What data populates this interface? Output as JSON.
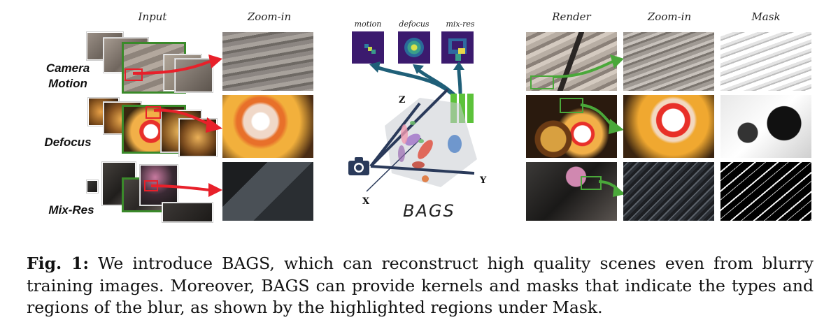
{
  "figure": {
    "left_headers": {
      "input": "Input",
      "zoom_in": "Zoom-in"
    },
    "right_headers": {
      "render": "Render",
      "zoom_in": "Zoom-in",
      "mask": "Mask"
    },
    "rows": [
      {
        "label_line1": "Camera",
        "label_line2": "Motion"
      },
      {
        "label_line1": "Defocus",
        "label_line2": ""
      },
      {
        "label_line1": "Mix-Res",
        "label_line2": ""
      }
    ],
    "kernels": {
      "motion": "motion",
      "defocus": "defocus",
      "mix_res": "mix-res"
    },
    "axes": {
      "z": "Z",
      "y": "Y",
      "x": "X"
    },
    "method_name": "BAGS"
  },
  "caption": {
    "label": "Fig. 1:",
    "text": "We introduce BAGS, which can reconstruct high quality scenes even from blurry training images. Moreover, BAGS can provide kernels and masks that indicate the types and regions of the blur, as shown by the highlighted regions under Mask."
  },
  "colors": {
    "red_arrow": "#e8202a",
    "green_box": "#3a8a2a",
    "green_arrow": "#4aa83a",
    "teal_arrow": "#1f5f78",
    "kernel_bg": "#3b1a6e",
    "bars": "#5cc23a"
  }
}
